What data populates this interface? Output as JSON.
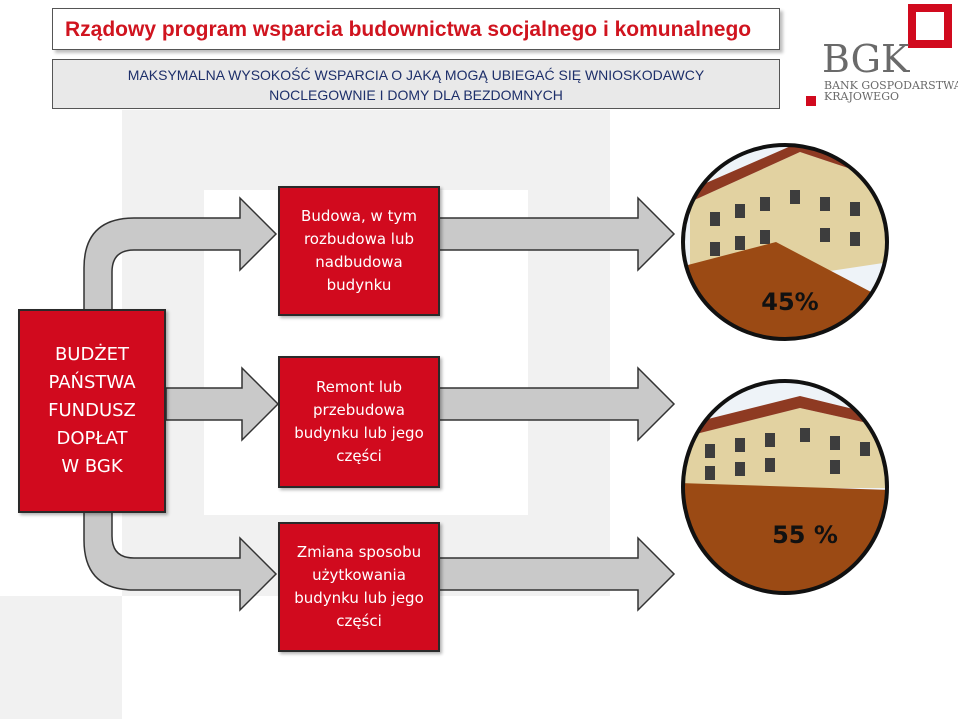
{
  "header": {
    "title": "Rządowy program wsparcia budownictwa socjalnego i komunalnego",
    "subtitle_line1": "MAKSYMALNA WYSOKOŚĆ WSPARCIA O JAKĄ MOGĄ UBIEGAĆ SIĘ WNIOSKODAWCY",
    "subtitle_line2": "NOCLEGOWNIE I DOMY DLA BEZDOMNYCH"
  },
  "logo": {
    "abbr": "BGK",
    "name_line1": "BANK GOSPODARSTWA",
    "name_line2": "KRAJOWEGO",
    "color": "#d10a1e"
  },
  "budget": {
    "lines": [
      "BUDŻET",
      "PAŃSTWA",
      "FUNDUSZ",
      "DOPŁAT",
      "W BGK"
    ]
  },
  "options": [
    {
      "lines": [
        "Budowa, w tym",
        "rozbudowa lub",
        "nadbudowa",
        "budynku"
      ]
    },
    {
      "lines": [
        "Remont lub",
        "przebudowa",
        "budynku lub jego",
        "części"
      ]
    },
    {
      "lines": [
        "Zmiana sposobu",
        "użytkowania",
        "budynku lub jego",
        "części"
      ]
    }
  ],
  "support": [
    {
      "label": "45%",
      "value": 45
    },
    {
      "label": "55 %",
      "value": 55
    }
  ],
  "colors": {
    "accent_red": "#d10a1e",
    "navy": "#1d2f6a",
    "pie_brown": "#9b4a14",
    "arrow_grey": "#c9c9c9"
  },
  "icons": [
    "building-photo",
    "arrow-right"
  ]
}
